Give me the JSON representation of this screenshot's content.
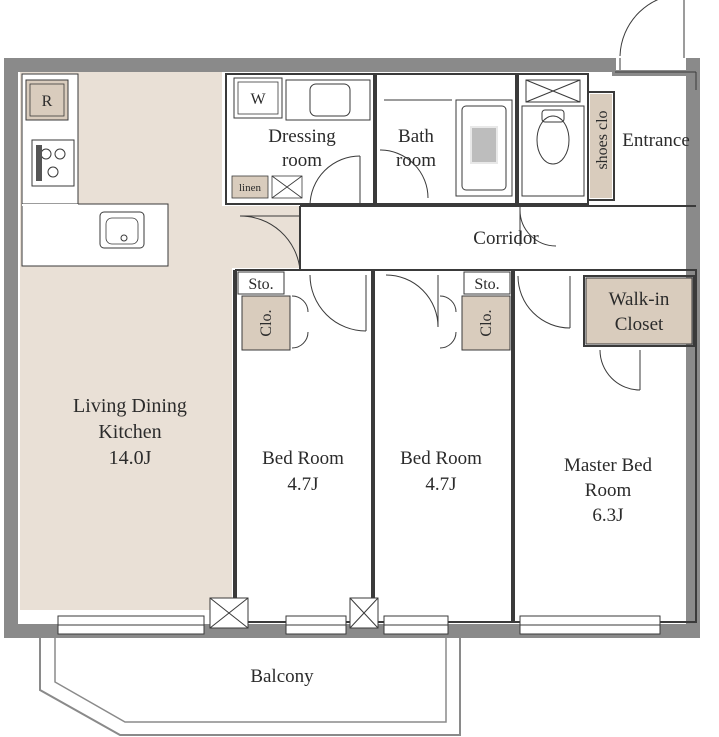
{
  "rooms": {
    "ldk": {
      "name_line1": "Living Dining",
      "name_line2": "Kitchen",
      "size": "14.0J"
    },
    "dressing": {
      "line1": "Dressing",
      "line2": "room"
    },
    "bath": {
      "line1": "Bath",
      "line2": "room"
    },
    "entrance": "Entrance",
    "shoes": "shoes clo",
    "corridor": "Corridor",
    "bed1": {
      "name": "Bed Room",
      "size": "4.7J"
    },
    "bed2": {
      "name": "Bed Room",
      "size": "4.7J"
    },
    "master": {
      "line1": "Master Bed",
      "line2": "Room",
      "size": "6.3J"
    },
    "walkin": {
      "line1": "Walk-in",
      "line2": "Closet"
    },
    "balcony": "Balcony"
  },
  "fixtures": {
    "fridge": "R",
    "washer": "W",
    "linen": "linen",
    "storage": "Sto.",
    "closet": "Clo."
  },
  "colors": {
    "wall": "#8a8a8a",
    "floor_ldk": "#e9e0d6",
    "closet_fill": "#d9ccbd",
    "line": "#3a3a3a"
  }
}
